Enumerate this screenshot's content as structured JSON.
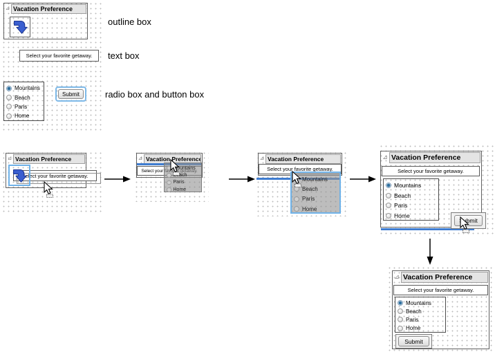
{
  "panel_title": "Vacation Preference",
  "prompt_text": "Select your favorite getaway.",
  "radio_options": [
    "Mountains",
    "Beach",
    "Paris",
    "Home"
  ],
  "selected_option": "Mountains",
  "submit_label": "Submit",
  "legend_labels": {
    "outline_box": "outline box",
    "text_box": "text box",
    "radio_and_button_box": "radio box and button box"
  },
  "icons": {
    "collapse_triangle": "⊿",
    "insert_arrow": "blue-down-insert-arrow-icon",
    "drag_cursor": "arrow-pointer-with-drag-box"
  },
  "colors": {
    "selection_blue": "#6fb2e8",
    "insert_line_blue": "#3e7cd0",
    "icon_arrow_blue": "#3a5fd0",
    "header_bg": "#e4e4e4",
    "radio_selected_dot": "#2d6f9e"
  }
}
